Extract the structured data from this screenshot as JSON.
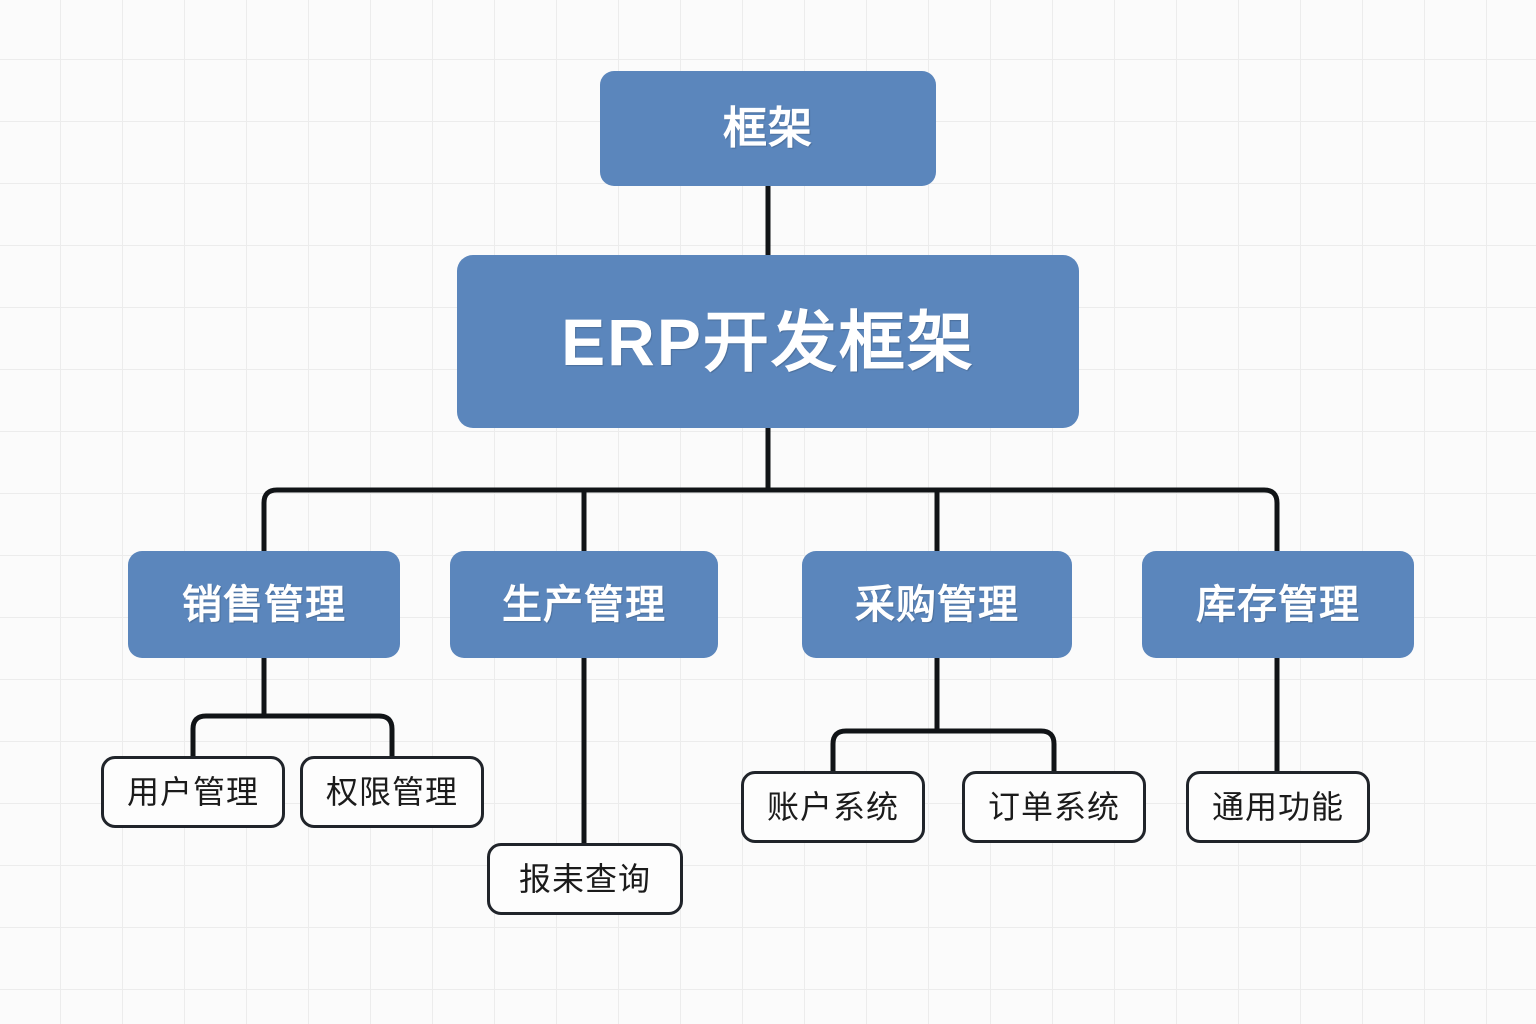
{
  "diagram": {
    "title": "ERP开发框架",
    "type": "tree",
    "background": {
      "color": "#fbfbfb",
      "grid_color": "#ececec",
      "grid_size": 62
    },
    "colors": {
      "node_blue_fill": "#5b86bc",
      "node_blue_text": "#ffffff",
      "leaf_fill": "#fdfdfd",
      "leaf_border": "#20242a",
      "leaf_text": "#1b1b1b",
      "edge": "#111417"
    },
    "nodes": {
      "root": {
        "label": "框架",
        "style": "blue"
      },
      "hero": {
        "label": "ERP开发框架",
        "style": "blue"
      },
      "sales": {
        "label": "销售管理",
        "style": "blue"
      },
      "production": {
        "label": "生产管理",
        "style": "blue"
      },
      "purchasing": {
        "label": "采购管理",
        "style": "blue"
      },
      "inventory": {
        "label": "库存管理",
        "style": "blue"
      },
      "user_mgmt": {
        "label": "用户管理",
        "style": "leaf"
      },
      "permission_mgmt": {
        "label": "权限管理",
        "style": "leaf"
      },
      "report_query": {
        "label": "报耒查询",
        "style": "leaf"
      },
      "account_system": {
        "label": "账户系统",
        "style": "leaf"
      },
      "order_system": {
        "label": "订单系统",
        "style": "leaf"
      },
      "common_function": {
        "label": "通用功能",
        "style": "leaf"
      }
    },
    "edges": [
      {
        "from": "root",
        "to": "hero"
      },
      {
        "from": "hero",
        "to": "sales"
      },
      {
        "from": "hero",
        "to": "production"
      },
      {
        "from": "hero",
        "to": "purchasing"
      },
      {
        "from": "hero",
        "to": "inventory"
      },
      {
        "from": "sales",
        "to": "user_mgmt"
      },
      {
        "from": "sales",
        "to": "permission_mgmt"
      },
      {
        "from": "production",
        "to": "report_query"
      },
      {
        "from": "purchasing",
        "to": "account_system"
      },
      {
        "from": "purchasing",
        "to": "order_system"
      },
      {
        "from": "inventory",
        "to": "common_function"
      }
    ]
  }
}
